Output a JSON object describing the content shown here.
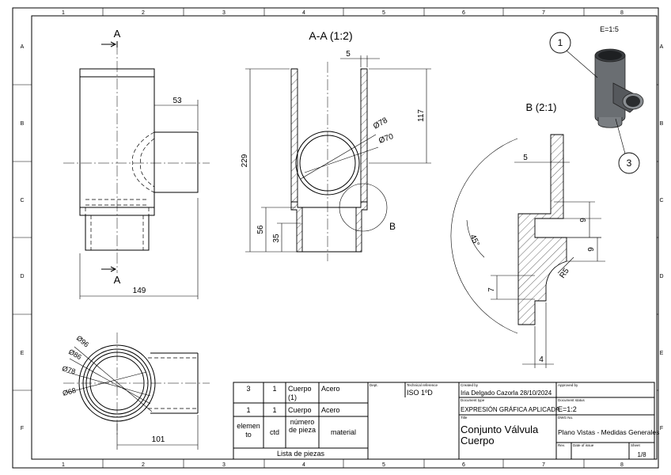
{
  "border": {
    "col_labels": [
      "1",
      "2",
      "3",
      "4",
      "5",
      "6",
      "7",
      "8"
    ],
    "row_labels": [
      "A",
      "B",
      "C",
      "D",
      "E",
      "F"
    ]
  },
  "views": {
    "section_marker": "A",
    "section_title": "A-A (1:2)",
    "detail_title": "B (2:1)",
    "detail_marker": "B",
    "iso_scale": "E=1:5",
    "balloon_1": "1",
    "balloon_3": "3"
  },
  "dims": {
    "front_53": "53",
    "front_149": "149",
    "section_5": "5",
    "section_117": "117",
    "section_229": "229",
    "section_56": "56",
    "section_35": "35",
    "diam_78_sec": "Ø78",
    "diam_70_sec": "Ø70",
    "detail_5": "5",
    "detail_9a": "9",
    "detail_9b": "9",
    "detail_45": "45°",
    "detail_r5": "R5",
    "detail_7": "7",
    "detail_4": "4",
    "top_96": "Ø96",
    "top_86": "Ø86",
    "top_78": "Ø78",
    "top_68": "Ø68",
    "top_101": "101"
  },
  "parts_list": {
    "rows": [
      {
        "elem": "3",
        "qty": "1",
        "name": "Cuerpo (1)",
        "material": "Acero"
      },
      {
        "elem": "1",
        "qty": "1",
        "name": "Cuerpo",
        "material": "Acero"
      }
    ],
    "headers": {
      "elem": "elemen to",
      "qty": "ctd",
      "name": "número de pieza",
      "material": "material"
    },
    "caption": "Lista de piezas"
  },
  "title_block": {
    "dept_label": "Dept.",
    "tech_ref_label": "Technical reference",
    "tech_ref_value": "ISO 1ºD",
    "created_by_label": "Created by",
    "created_by_value": "Iria Delgado Cazorla 28/10/2024",
    "approved_by_label": "Approved by",
    "doc_type_label": "Document type",
    "doc_type_value": "EXPRESIÓN GRÁFICA APLICADA",
    "doc_status_label": "Document status",
    "doc_status_value": "E=1:2",
    "title_label": "Title",
    "title_line1": "Conjunto Válvula",
    "title_line2": "Cuerpo",
    "dwg_no_label": "DWG No.",
    "dwg_no_value": "Plano Vistas - Medidas Generales",
    "rev_label": "Rev.",
    "date_label": "Date of issue",
    "sheet_label": "Sheet",
    "sheet_value": "1/8"
  }
}
